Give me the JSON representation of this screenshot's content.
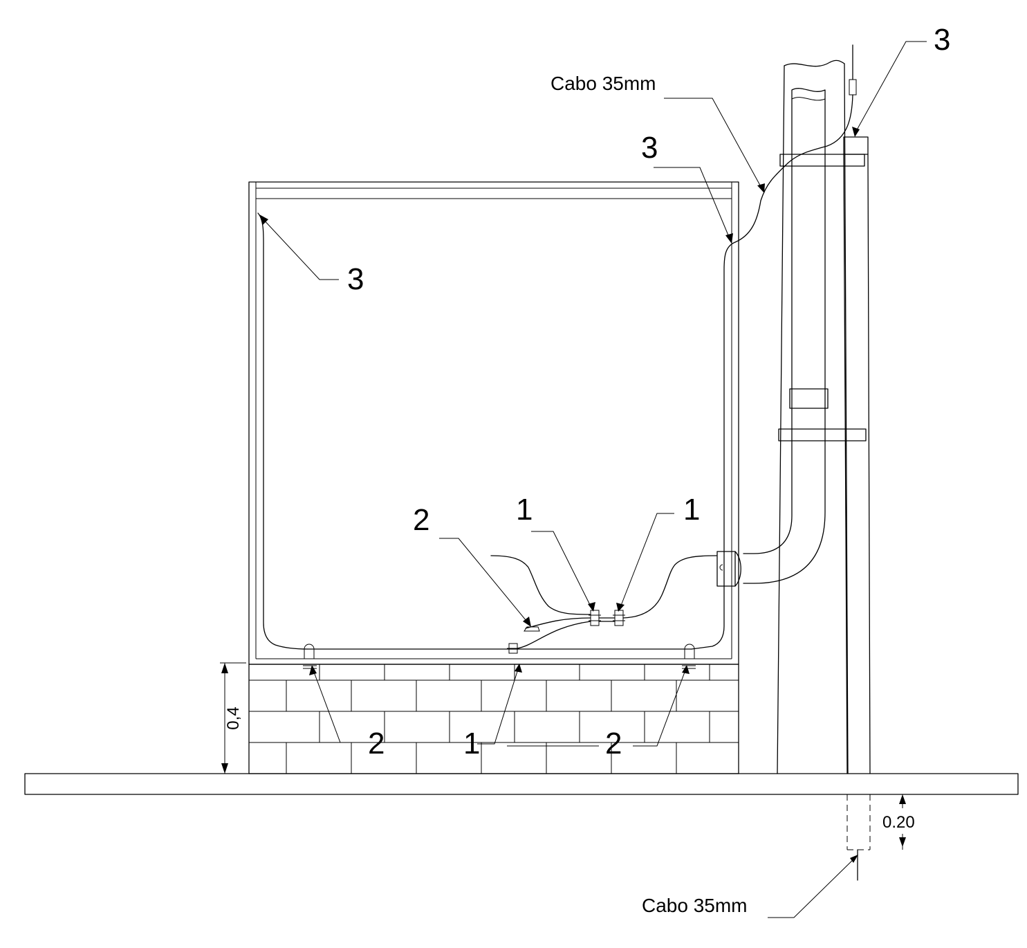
{
  "labels": {
    "cable_top": "Cabo 35mm",
    "cable_bottom": "Cabo 35mm",
    "ref_3_top_right": "3",
    "ref_3_upper": "3",
    "ref_3_left": "3",
    "ref_2_middle": "2",
    "ref_1_left": "1",
    "ref_1_right": "1",
    "ref_2_bottom_left": "2",
    "ref_1_bottom": "1",
    "ref_2_bottom_right": "2"
  },
  "dimensions": {
    "base_height": "0,4",
    "depth": "0.20"
  }
}
